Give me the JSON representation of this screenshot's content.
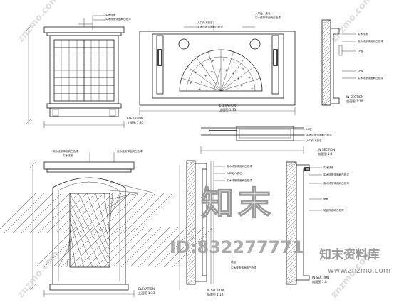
{
  "drawings": {
    "top_left_elevation": {
      "title": "ELEVATION",
      "scale_label": "立面图 1:33"
    },
    "top_center_elevation": {
      "title": "ELEVATION",
      "scale_label": "立面图 1:33"
    },
    "top_right_section": {
      "title": "IN SECTION",
      "scale_label": "剖面图 1:10"
    },
    "middle_section": {
      "title": "IN SECTION",
      "scale_label": "剖面图 1:1"
    },
    "bottom_left_elevation": {
      "title": "ELEVATION",
      "scale_label": "立面图 1:33"
    },
    "bottom_center_section": {
      "title": "IN SECTION",
      "scale_label": "剖面图 1:10"
    },
    "bottom_right_section": {
      "title": "IN SECTION",
      "scale_label": "剖面图 1:8"
    }
  },
  "annotations": {
    "a1": "实木线条",
    "a2": "实木线条饰面刷白色漆",
    "a3": "入口处人造石",
    "a4": "实木线条饰面刷白色漆",
    "a5": "入口处人造石",
    "a6": "实木线条饰面刷白色漆",
    "a7": "实木线条",
    "a8": "实木线条饰面刷白色漆",
    "a9": "LP板",
    "a10": "实木线条饰面刷白色漆",
    "a11": "LP板",
    "a12": "实木线条饰面刷白色漆",
    "a13": "入口处人造石",
    "a14": "实木线条饰面刷白色漆",
    "a15": "实木线条饰面刷白色漆",
    "a16": "实木线条",
    "a17": "实木线条饰面刷白色漆",
    "a18": "入口处人造石",
    "a19": "实木线条饰面刷白色漆",
    "a20": "墙面",
    "a21": "实木线条饰面刷白色漆",
    "a22": "墙面",
    "a23": "实木线条",
    "a24": "实木线条饰面刷白色漆",
    "a25": "实木线条饰面刷白色漆",
    "a26": "墙面饰面刷白色漆"
  },
  "watermark": {
    "big_chars": "知末",
    "id_text": "ID:832277771",
    "brand": "知末资料库",
    "url": "www.znzmo.com",
    "diag_left": "znzmo.com",
    "diag_right": "znzmo.com"
  }
}
